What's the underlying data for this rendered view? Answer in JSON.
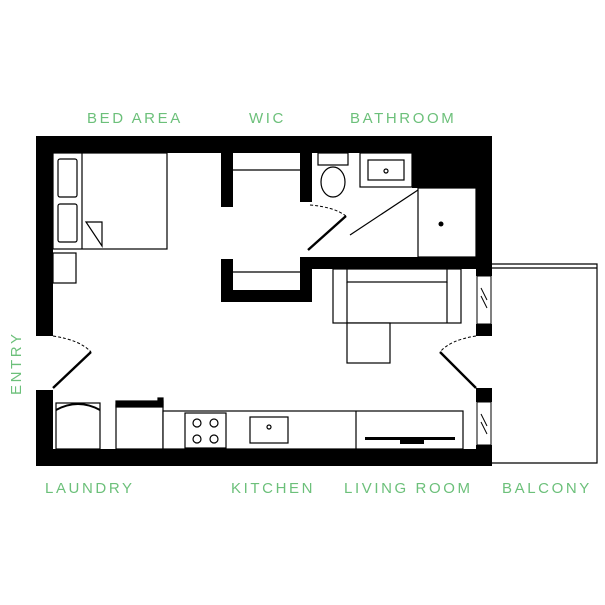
{
  "floor_plan": {
    "rooms": {
      "bed_area": "BED AREA",
      "wic": "WIC",
      "bathroom": "BATHROOM",
      "entry": "ENTRY",
      "laundry": "LAUNDRY",
      "kitchen": "KITCHEN",
      "living_room": "LIVING ROOM",
      "balcony": "BALCONY"
    },
    "colors": {
      "label": "#6cc07a",
      "wall": "#000000",
      "fixture_stroke": "#000000"
    }
  }
}
